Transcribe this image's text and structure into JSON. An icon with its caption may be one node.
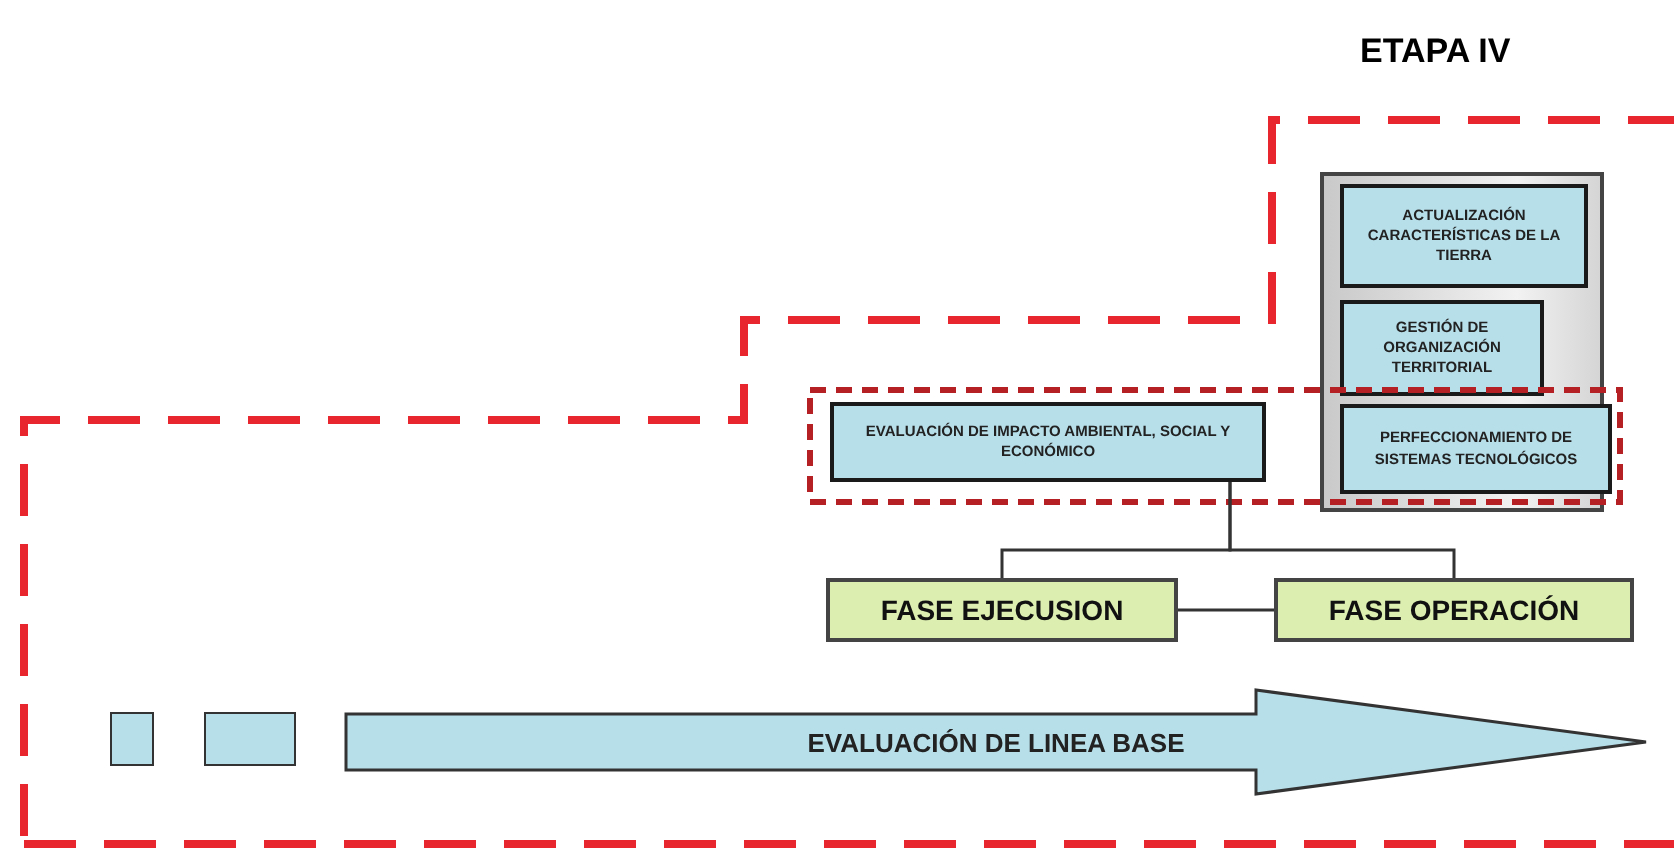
{
  "diagram": {
    "nodes": [
      {
        "text": [],
        "shape": "box"
      },
      {
        "text": [
          "ACTUALIZACIÓN CARACTERÍSTICAS DE LA TIERRA"
        ],
        "in": 0
      },
      {
        "text": [
          "GESTIÓN DE ORGANIZACIÓN TERRITORIAL"
        ],
        "in": 0
      },
      {
        "text": [
          "PERFECCIONAMIENTO DE SISTEMAS TECNOLÓGICOS"
        ],
        "in": 0
      },
      {
        "text": [
          "EVALUACIÓN DE IMPACTO AMBIENTAL, SOCIAL Y ECONÓMICO"
        ]
      },
      {
        "text": [
          "FASE EJECUSION"
        ]
      },
      {
        "text": [
          "FASE OPERACIÓN"
        ]
      },
      {
        "text": [],
        "shape": "box"
      },
      {
        "text": [],
        "shape": "box"
      },
      {
        "text": [
          "EVALUACIÓN DE LINEA BASE"
        ]
      }
    ],
    "edges": [
      {
        "from": 4,
        "to": 5,
        "arrow": "none"
      },
      {
        "from": 4,
        "to": 6,
        "arrow": "none"
      },
      {
        "from": 5,
        "to": 6,
        "arrow": "none"
      }
    ],
    "labels": [
      "ETAPA IV"
    ]
  }
}
